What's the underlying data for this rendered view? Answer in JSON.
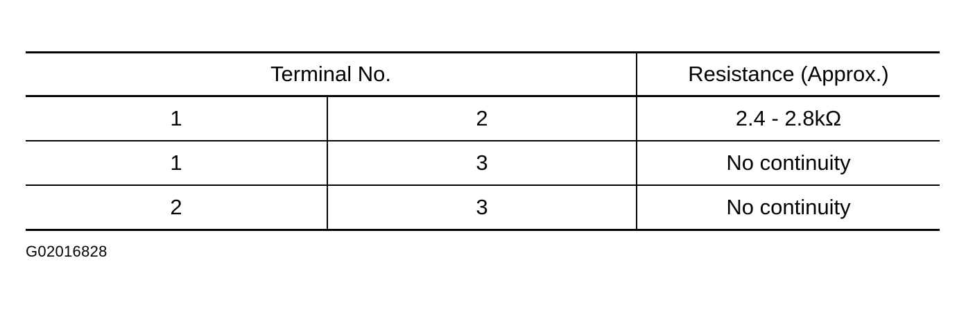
{
  "table": {
    "headers": {
      "terminal_no": "Terminal No.",
      "resistance": "Resistance (Approx.)"
    },
    "rows": [
      {
        "terminal_a": "1",
        "terminal_b": "2",
        "resistance": "2.4 - 2.8kΩ"
      },
      {
        "terminal_a": "1",
        "terminal_b": "3",
        "resistance": "No continuity"
      },
      {
        "terminal_a": "2",
        "terminal_b": "3",
        "resistance": "No continuity"
      }
    ]
  },
  "figure_code": "G02016828"
}
